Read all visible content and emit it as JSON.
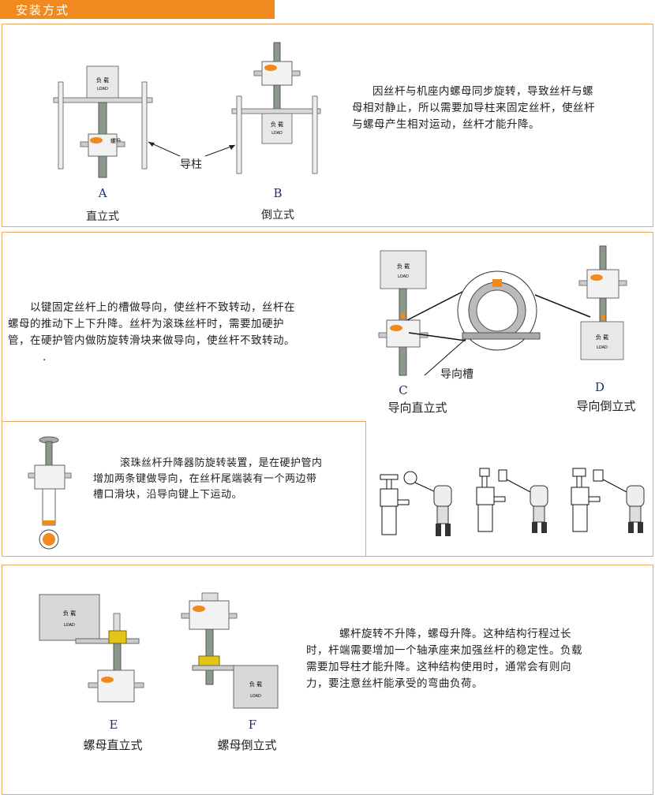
{
  "header": {
    "title": "安装方式"
  },
  "section1": {
    "label_A": "A",
    "label_B": "B",
    "caption_A": "直立式",
    "caption_B": "倒立式",
    "guide_label": "导柱",
    "load_cn": "负  载",
    "load_en": "LOAD",
    "brand": "螺升",
    "text_lines": [
      "因丝杆与机座内螺母同步旋转，导致丝杆与螺",
      "母相对静止，所以需要加导柱来固定丝杆，使丝杆",
      "与螺母产生相对运动，丝杆才能升降。"
    ]
  },
  "section2": {
    "text_lines": [
      "以键固定丝杆上的槽做导向，使丝杆不致转动，丝杆在",
      "螺母的推动下上下升降。丝杆为滚珠丝杆时，需要加硬护",
      "管，在硬护管内做防旋转滑块来做导向，使丝杆不致转动。"
    ],
    "dot": ".",
    "label_C": "C",
    "label_D": "D",
    "caption_C": "导向直立式",
    "caption_D": "导向倒立式",
    "groove_label": "导向槽"
  },
  "section3": {
    "text_lines": [
      "滚珠丝杆升降器防旋转装置，是在硬护管内",
      "增加两条键做导向，在丝杆尾端装有一个两边带",
      "槽口滑块，沿导向键上下运动。"
    ]
  },
  "section4": {
    "label_E": "E",
    "label_F": "F",
    "caption_E": "螺母直立式",
    "caption_F": "螺母倒立式",
    "text_lines": [
      "螺杆旋转不升降，螺母升降。这种结构行程过长",
      "时，杆端需要增加一个轴承座来加强丝杆的稳定性。负载",
      "需要加导柱才能升降。这种结构使用时，通常会有则向",
      "力，要注意丝杆能承受的弯曲负荷。"
    ]
  },
  "colors": {
    "accent": "#f08a1e",
    "border": "#f0a860",
    "letters": "#1a2f7a"
  }
}
